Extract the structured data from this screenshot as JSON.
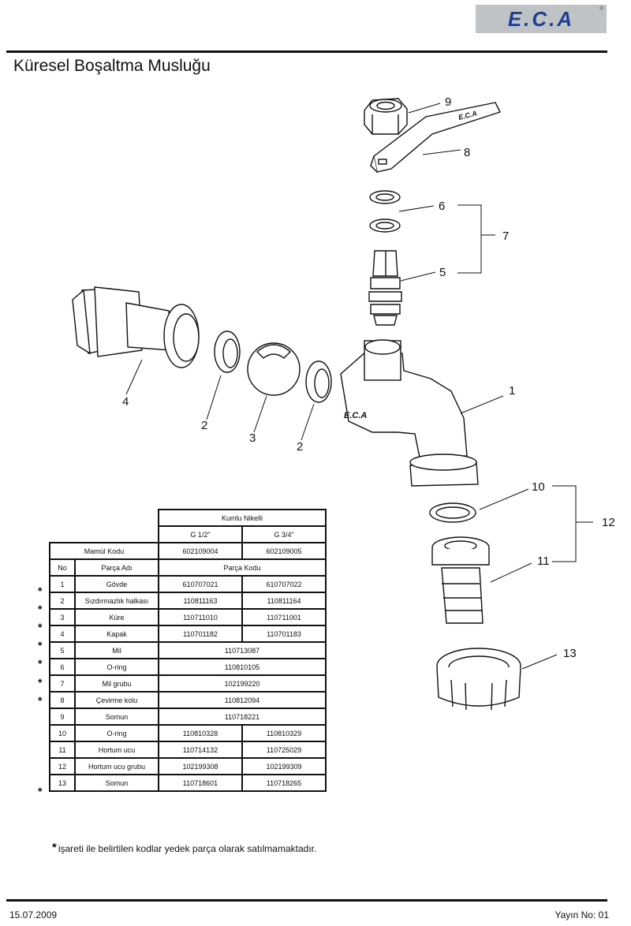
{
  "header": {
    "logo": "E.C.A",
    "title": "Küresel Boşaltma Musluğu"
  },
  "diagram_labels": [
    "9",
    "8",
    "6",
    "7",
    "5",
    "4",
    "2",
    "3",
    "2",
    "1",
    "10",
    "12",
    "11",
    "13"
  ],
  "table": {
    "group_header": "Kumlu Nikelli",
    "sizes": [
      "G 1/2\"",
      "G 3/4\""
    ],
    "product_code_label": "Mamül Kodu",
    "product_codes": [
      "602109004",
      "602109005"
    ],
    "col_no": "No",
    "col_part_name": "Parça Adı",
    "col_part_code": "Parça Kodu",
    "rows": [
      {
        "star": "*",
        "no": "1",
        "name": "Gövde",
        "c1": "610707021",
        "c2": "610707022"
      },
      {
        "star": "*",
        "no": "2",
        "name": "Sızdırmazlık halkası",
        "c1": "110811163",
        "c2": "110811164"
      },
      {
        "star": "*",
        "no": "3",
        "name": "Küre",
        "c1": "110711010",
        "c2": "110711001"
      },
      {
        "star": "*",
        "no": "4",
        "name": "Kapak",
        "c1": "110701182",
        "c2": "110701183"
      },
      {
        "star": "*",
        "no": "5",
        "name": "Mil",
        "code": "110713087"
      },
      {
        "star": "*",
        "no": "6",
        "name": "O-ring",
        "code": "110810105"
      },
      {
        "star": "*",
        "no": "7",
        "name": "Mil grubu",
        "code": "102199220"
      },
      {
        "star": "",
        "no": "8",
        "name": "Çevirme kolu",
        "code": "110812094"
      },
      {
        "star": "",
        "no": "9",
        "name": "Somun",
        "code": "110718221"
      },
      {
        "star": "",
        "no": "10",
        "name": "O-ring",
        "c1": "110810328",
        "c2": "110810329"
      },
      {
        "star": "",
        "no": "11",
        "name": "Hortum ucu",
        "c1": "110714132",
        "c2": "110725029"
      },
      {
        "star": "*",
        "no": "12",
        "name": "Hortum ucu grubu",
        "c1": "102199308",
        "c2": "102199309"
      },
      {
        "star": "",
        "no": "13",
        "name": "Somun",
        "c1": "110718601",
        "c2": "110718265"
      }
    ]
  },
  "footnote": {
    "mark": "*",
    "text": "işareti ile belirtilen kodlar yedek parça olarak satılmamaktadır."
  },
  "footer": {
    "date": "15.07.2009",
    "issue": "Yayın No: 01"
  }
}
